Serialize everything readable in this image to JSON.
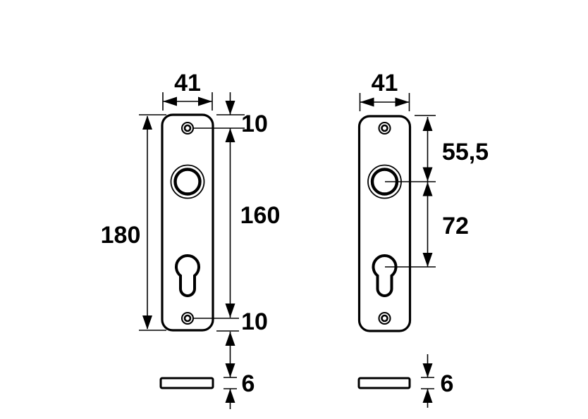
{
  "page": {
    "background_color": "#ffffff",
    "ink_color": "#000000"
  },
  "labels": {
    "left_width": "41",
    "left_height": "180",
    "left_top_offset": "10",
    "left_spacing": "160",
    "left_bottom_offset": "10",
    "left_thickness": "6",
    "right_width": "41",
    "right_top_to_handle": "55,5",
    "right_handle_to_cylinder": "72",
    "right_thickness": "6"
  }
}
